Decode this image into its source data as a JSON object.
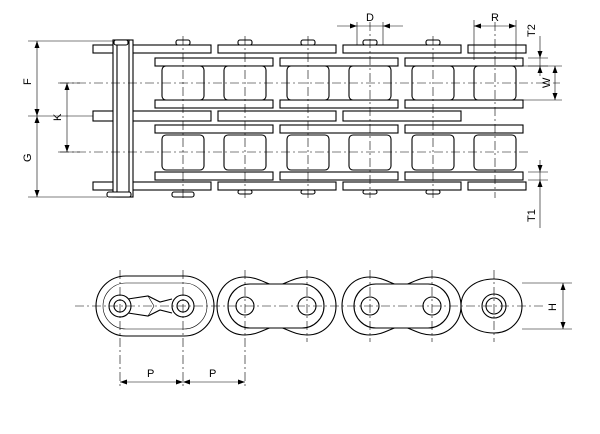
{
  "diagram": {
    "dimension_labels": {
      "D": "D",
      "R": "R",
      "T2": "T2",
      "W": "W",
      "F": "F",
      "K": "K",
      "G": "G",
      "T1": "T1",
      "H": "H",
      "P_first": "P",
      "P_second": "P"
    }
  }
}
